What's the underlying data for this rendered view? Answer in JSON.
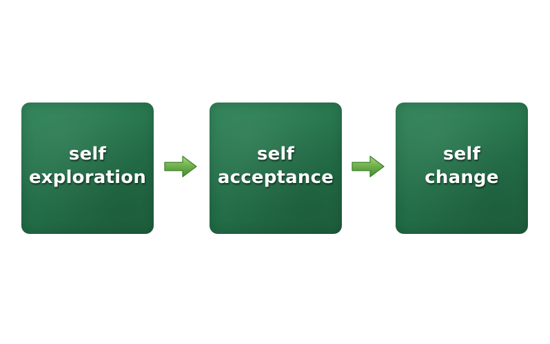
{
  "steps": [
    {
      "line1": "self",
      "line2": "exploration"
    },
    {
      "line1": "self",
      "line2": "acceptance"
    },
    {
      "line1": "self",
      "line2": "change"
    }
  ],
  "colors": {
    "box_green": "#246f49",
    "arrow_green_light": "#8fc66a",
    "arrow_green_dark": "#3f8f2e",
    "text": "#ffffff"
  },
  "icons": {
    "connector": "right-arrow-icon"
  }
}
